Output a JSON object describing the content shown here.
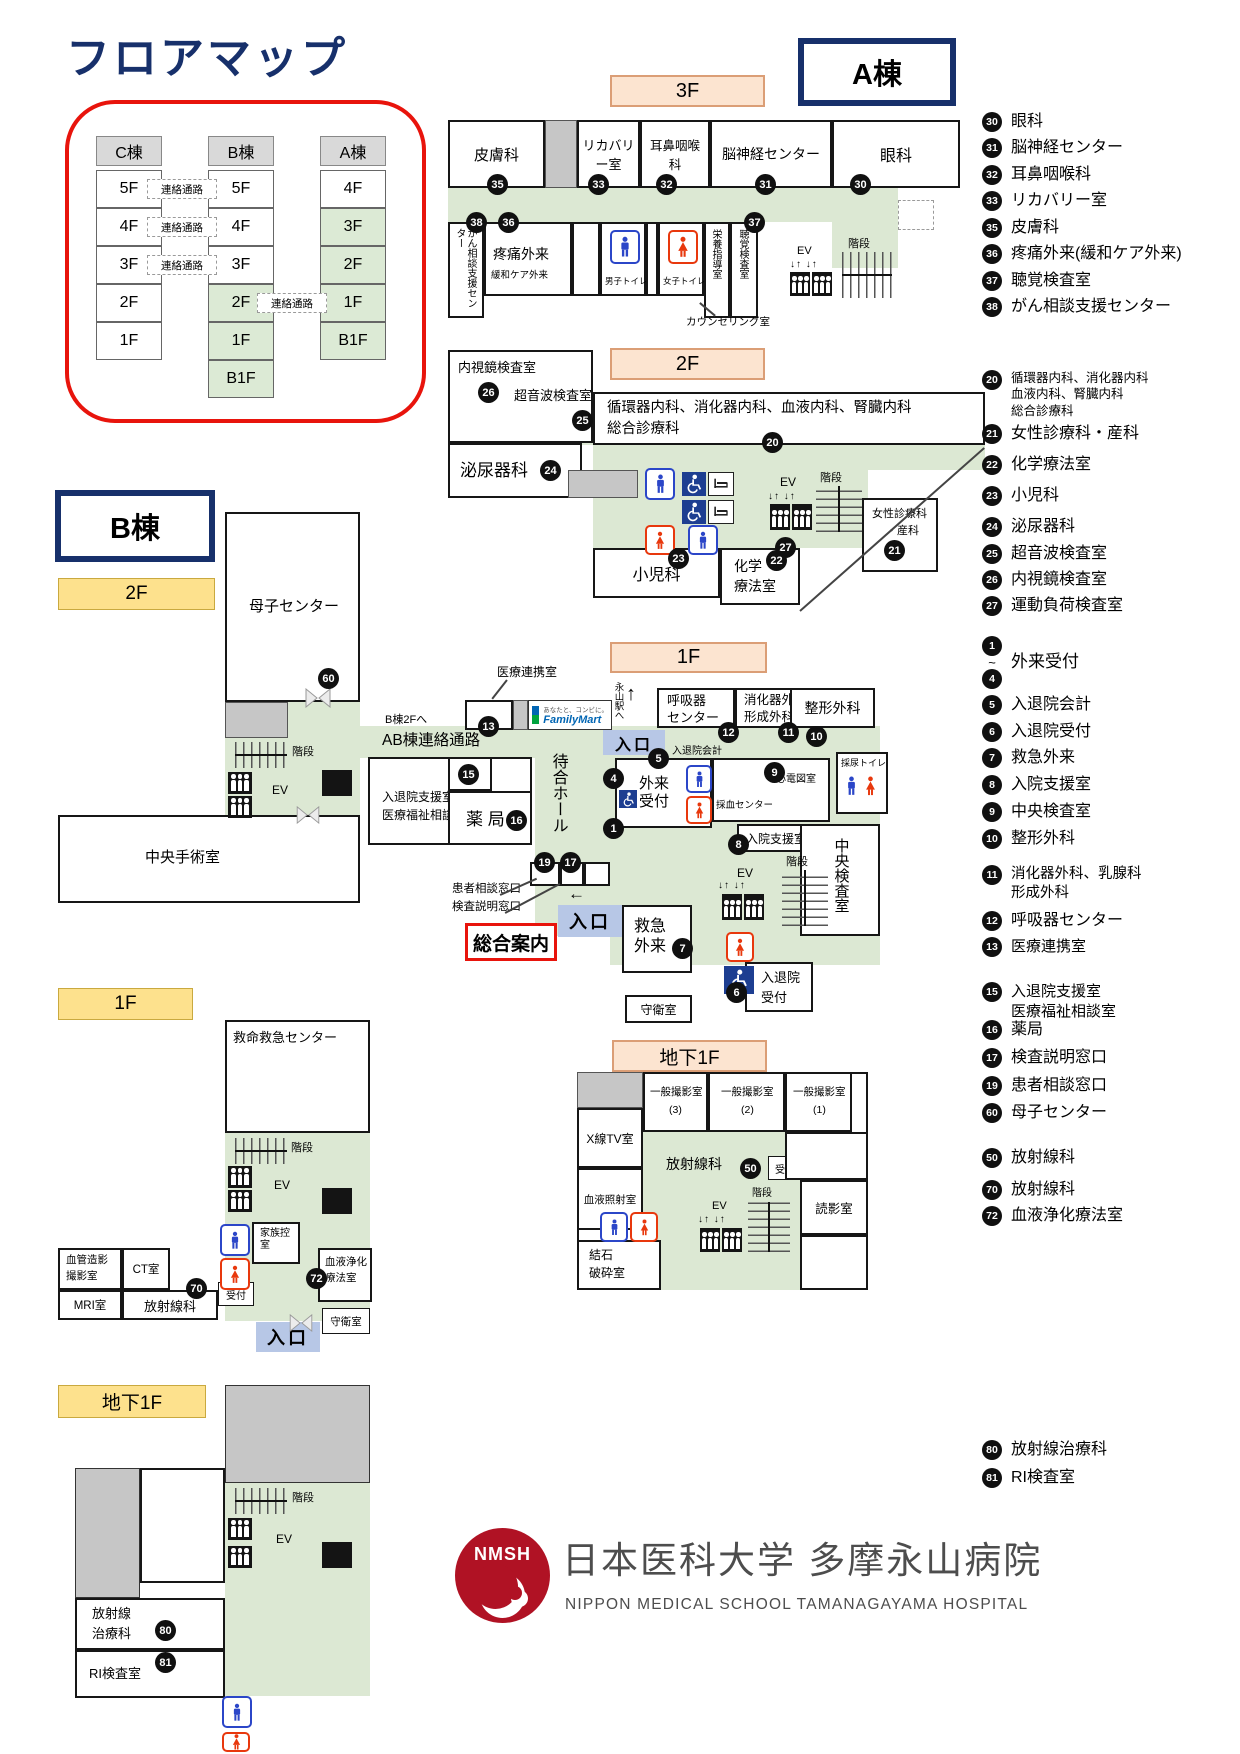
{
  "title": "フロアマップ",
  "overview": {
    "connector": "連絡通路",
    "c_name": "C棟",
    "b_name": "B棟",
    "a_name": "A棟",
    "c_floors": [
      "5F",
      "4F",
      "3F",
      "2F",
      "1F"
    ],
    "b_floors": [
      "5F",
      "4F",
      "3F",
      "2F",
      "1F",
      "B1F"
    ],
    "a_floors": [
      "4F",
      "3F",
      "2F",
      "1F",
      "B1F"
    ]
  },
  "wing_a_label": "A棟",
  "wing_b_label": "B棟",
  "a3": {
    "tag": "3F",
    "hifuka": "皮膚科",
    "n35": "35",
    "recovery": "リカバリー室",
    "n33": "33",
    "jibi": "耳鼻咽喉科",
    "n32": "32",
    "noshinkei": "脳神経センター",
    "n31": "31",
    "ganka": "眼科",
    "n30": "30",
    "gansodan": "がん相談支援センター",
    "n38": "38",
    "totsu": "疼痛外来",
    "kanwa": "緩和ケア外来",
    "n36": "36",
    "mtoilet": "男子トイレ",
    "ftoilet": "女子トイレ",
    "eiyo": "栄養指導室",
    "chokaku": "聴覚検査室",
    "n37": "37",
    "ev": "EV",
    "kaidan": "階段",
    "arrows": "↓↑ ↓↑",
    "counseling": "カウンセリング室"
  },
  "a2": {
    "tag": "2F",
    "naishikyo": "内視鏡検査室",
    "n26": "26",
    "choonpa": "超音波検査室",
    "n25": "25",
    "hinyoki": "泌尿器科",
    "n24": "24",
    "naika": "循環器内科、消化器内科、血液内科、腎臓内科",
    "sogo": "総合診療科",
    "n20": "20",
    "ev": "EV",
    "kaidan": "階段",
    "arrows": "↓↑ ↓↑",
    "n27": "27",
    "shonika": "小児科",
    "n23": "23",
    "kagaku1": "化学",
    "kagaku2": "療法室",
    "n22": "22",
    "josei": "女性診療科",
    "sanka": "・産科",
    "n21": "21"
  },
  "a1": {
    "tag": "1F",
    "renkei": "医療連携室",
    "n13": "13",
    "fm_tag": "あなたと、コンビに。",
    "fm": "FamilyMart",
    "b2f": "B棟2Fへ",
    "ab": "AB棟連絡通路",
    "nagayama": "永山駅へ",
    "arrow_up": "↑",
    "iriguchi": "入口",
    "shien1": "入退院支援室",
    "shien2": "医療福祉相談室",
    "n15": "15",
    "yakkyoku": "薬 局",
    "n16": "16",
    "machiai": "待合ホール",
    "kanja": "患者相談窓口",
    "kensetsu": "検査説明窓口",
    "n19": "19",
    "n17": "17",
    "arrow_left": "←",
    "sogoannai": "総合案内",
    "kokyuki1": "呼吸器",
    "kokyuki2": "センター",
    "n12": "12",
    "shokaki": "消化器外科、乳腺科",
    "keisei": "形成外科",
    "n11": "11",
    "seikei": "整形外科",
    "n10": "10",
    "gairai": "外来受付",
    "n4": "4",
    "n1": "1",
    "kaikei": "入退院会計",
    "n5": "5",
    "shinden": "心電図室",
    "n9": "9",
    "saiketsu": "採血センター",
    "sainyo": "採尿トイレ",
    "nyuin": "入院支援室",
    "n8": "8",
    "chuokensa": "中央検査室",
    "ev": "EV",
    "kaidan": "階段",
    "arrows": "↓↑ ↓↑",
    "kyukyu": "救急外来",
    "n7": "7",
    "shuei": "守衛室",
    "uketsuke1": "入退院",
    "uketsuke2": "受付",
    "n6": "6"
  },
  "ab1": {
    "tag": "地下1F",
    "satsuei": "一般撮影室",
    "s3": "(3)",
    "s2": "(2)",
    "s1": "(1)",
    "xsen": "X線TV室",
    "hoshasen": "放射線科",
    "n50": "50",
    "uketsuke": "受付",
    "dokuei": "読影室",
    "ketsueki": "血液照射室",
    "ev": "EV",
    "kaidan": "階段",
    "arrows": "↓↑ ↓↑",
    "kesseki1": "結石",
    "kesseki2": "破砕室"
  },
  "b2": {
    "tag": "2F",
    "boshi": "母子センター",
    "n60": "60",
    "kaidan": "階段",
    "ev": "EV",
    "shujutsu": "中央手術室"
  },
  "b1": {
    "tag": "1F",
    "kyumei": "救命救急センター",
    "kaidan": "階段",
    "ev": "EV",
    "kazoku": "家族控室",
    "kekkan1": "血管造影",
    "kekkan2": "撮影室",
    "ct": "CT室",
    "n70": "70",
    "mri": "MRI室",
    "hoshasen": "放射線科",
    "uketsuke": "受付",
    "joka1": "血液浄化",
    "joka2": "療法室",
    "n72": "72",
    "iriguchi": "入口",
    "shuei": "守衛室"
  },
  "bb1": {
    "tag": "地下1F",
    "kaidan": "階段",
    "ev": "EV",
    "chiryo1": "放射線",
    "chiryo2": "治療科",
    "n80": "80",
    "ri": "RI検査室",
    "n81": "81"
  },
  "legend3f": [
    {
      "n": "30",
      "t": "眼科"
    },
    {
      "n": "31",
      "t": "脳神経センター"
    },
    {
      "n": "32",
      "t": "耳鼻咽喉科"
    },
    {
      "n": "33",
      "t": "リカバリー室"
    },
    {
      "n": "35",
      "t": "皮膚科"
    },
    {
      "n": "36",
      "t": "疼痛外来(緩和ケア外来)"
    },
    {
      "n": "37",
      "t": "聴覚検査室"
    },
    {
      "n": "38",
      "t": "がん相談支援センター"
    }
  ],
  "legend2f": [
    {
      "n": "20",
      "t": "循環器内科、消化器内科\n血液内科、腎臓内科\n総合診療科"
    },
    {
      "n": "21",
      "t": "女性診療科・産科"
    },
    {
      "n": "22",
      "t": "化学療法室"
    },
    {
      "n": "23",
      "t": "小児科"
    },
    {
      "n": "24",
      "t": "泌尿器科"
    },
    {
      "n": "25",
      "t": "超音波検査室"
    },
    {
      "n": "26",
      "t": "内視鏡検査室"
    },
    {
      "n": "27",
      "t": "運動負荷検査室"
    }
  ],
  "legend1f_range": {
    "from": "1",
    "tilde": "~",
    "to": "4",
    "label": "外来受付"
  },
  "legend1f": [
    {
      "n": "5",
      "t": "入退院会計"
    },
    {
      "n": "6",
      "t": "入退院受付"
    },
    {
      "n": "7",
      "t": "救急外来"
    },
    {
      "n": "8",
      "t": "入院支援室"
    },
    {
      "n": "9",
      "t": "中央検査室"
    },
    {
      "n": "10",
      "t": "整形外科"
    },
    {
      "n": "11",
      "t": "消化器外科、乳腺科\n形成外科"
    },
    {
      "n": "12",
      "t": "呼吸器センター"
    },
    {
      "n": "13",
      "t": "医療連携室"
    },
    {
      "n": "15",
      "t": "入退院支援室\n医療福祉相談室"
    },
    {
      "n": "16",
      "t": "薬局"
    },
    {
      "n": "17",
      "t": "検査説明窓口"
    },
    {
      "n": "19",
      "t": "患者相談窓口"
    },
    {
      "n": "60",
      "t": "母子センター"
    }
  ],
  "legendb1f": [
    {
      "n": "50",
      "t": "放射線科"
    },
    {
      "n": "70",
      "t": "放射線科"
    },
    {
      "n": "72",
      "t": "血液浄化療法室"
    }
  ],
  "legendbb1": [
    {
      "n": "80",
      "t": "放射線治療科"
    },
    {
      "n": "81",
      "t": "RI検査室"
    }
  ],
  "logo": {
    "mark": "NMSH",
    "jp": "日本医科大学 多摩永山病院",
    "en": "NIPPON MEDICAL SCHOOL TAMANAGAYAMA HOSPITAL"
  }
}
